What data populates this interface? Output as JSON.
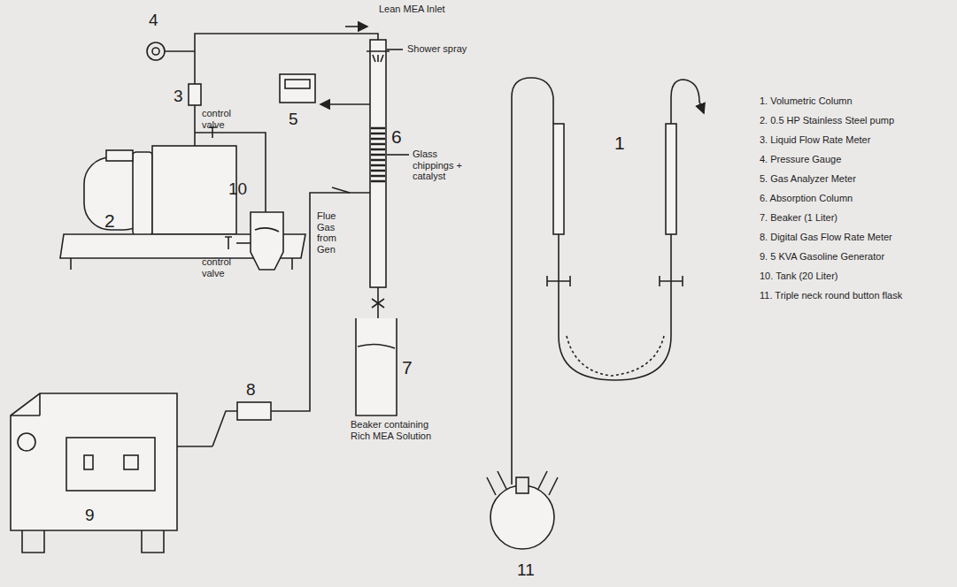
{
  "diagram": {
    "labels": [
      "4",
      "Lean MEA Inlet",
      "3",
      "5",
      "Shower spray",
      "control valve",
      "6",
      "Glass chippings + catalyst",
      "2",
      "10",
      "Flue Gas from Gen",
      "control valve",
      "7",
      "Beaker containing Rich MEA Solution",
      "8",
      "9",
      "1",
      "11",
      "1. Volumetric Column",
      "2. 0.5 HP Stainless Steel pump",
      "3. Liquid Flow Rate Meter",
      "4. Pressure Gauge",
      "5. Gas Analyzer Meter",
      "6. Absorption Column",
      "7. Beaker (1 Liter)",
      "8. Digital Gas Flow Rate Meter",
      "9. 5 KVA Gasoline Generator",
      "10. Tank (20 Liter)",
      "11. Triple neck round button flask"
    ]
  }
}
